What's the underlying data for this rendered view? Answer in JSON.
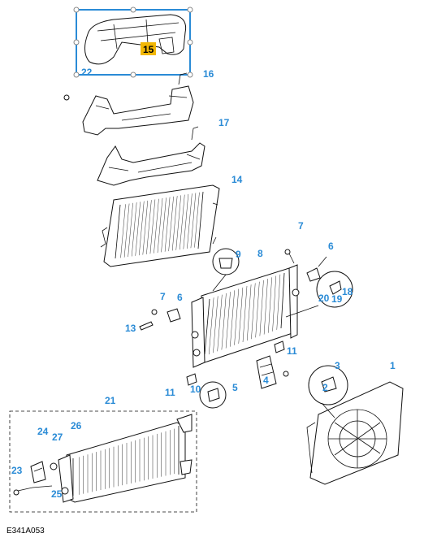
{
  "figure_code": "E341A053",
  "callouts": [
    {
      "id": "15",
      "label": "15",
      "highlighted": true
    },
    {
      "id": "22",
      "label": "22"
    },
    {
      "id": "16",
      "label": "16"
    },
    {
      "id": "17",
      "label": "17"
    },
    {
      "id": "14",
      "label": "14"
    },
    {
      "id": "7a",
      "label": "7"
    },
    {
      "id": "6a",
      "label": "6"
    },
    {
      "id": "9",
      "label": "9"
    },
    {
      "id": "8",
      "label": "8"
    },
    {
      "id": "18",
      "label": "18"
    },
    {
      "id": "20",
      "label": "20"
    },
    {
      "id": "19",
      "label": "19"
    },
    {
      "id": "7b",
      "label": "7"
    },
    {
      "id": "6b",
      "label": "6"
    },
    {
      "id": "13",
      "label": "13"
    },
    {
      "id": "11a",
      "label": "11"
    },
    {
      "id": "11b",
      "label": "11"
    },
    {
      "id": "10",
      "label": "10"
    },
    {
      "id": "5",
      "label": "5"
    },
    {
      "id": "4",
      "label": "4"
    },
    {
      "id": "3",
      "label": "3"
    },
    {
      "id": "2",
      "label": "2"
    },
    {
      "id": "1",
      "label": "1"
    },
    {
      "id": "21",
      "label": "21"
    },
    {
      "id": "24",
      "label": "24"
    },
    {
      "id": "26",
      "label": "26"
    },
    {
      "id": "27",
      "label": "27"
    },
    {
      "id": "23",
      "label": "23"
    },
    {
      "id": "25",
      "label": "25"
    }
  ],
  "colors": {
    "callout": "#2a8bd6",
    "selection_frame": "#2a8bd6",
    "highlight_fill": "#f2b705",
    "line_art": "#111111"
  }
}
